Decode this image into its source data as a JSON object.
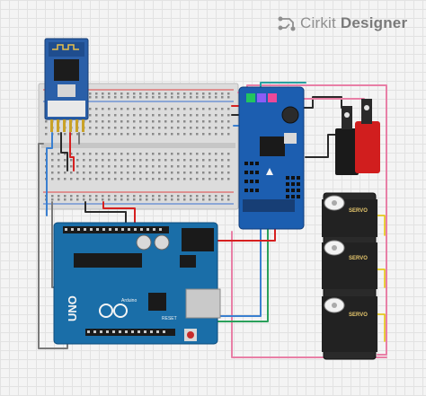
{
  "brand": {
    "name": "Cirkit",
    "suffix": "Designer",
    "icon": "cirkit-logo-icon"
  },
  "arduino": {
    "model": "UNO",
    "brand_text": "Arduino",
    "reset_label": "RESET"
  },
  "servos": [
    {
      "label": "SERVO"
    },
    {
      "label": "SERVO"
    },
    {
      "label": "SERVO"
    }
  ],
  "bluetooth": {
    "module": "HC-05",
    "icon": "bluetooth-module-icon"
  },
  "pwm_driver": {
    "icon": "pwm-driver-icon"
  },
  "power_jack": {
    "icon": "dc-power-jack-icon"
  },
  "colors": {
    "arduino_board": "#1a6ea8",
    "pwm_board": "#1c5eb0",
    "servo_body": "#2a2a2a",
    "breadboard": "#d9d9d9",
    "wire_pink": "#e87fa6",
    "wire_red": "#d62020",
    "wire_blue": "#3a7fd0",
    "wire_green": "#2aa05a",
    "wire_gray": "#7a7a7a",
    "wire_yellow": "#e3c400"
  }
}
